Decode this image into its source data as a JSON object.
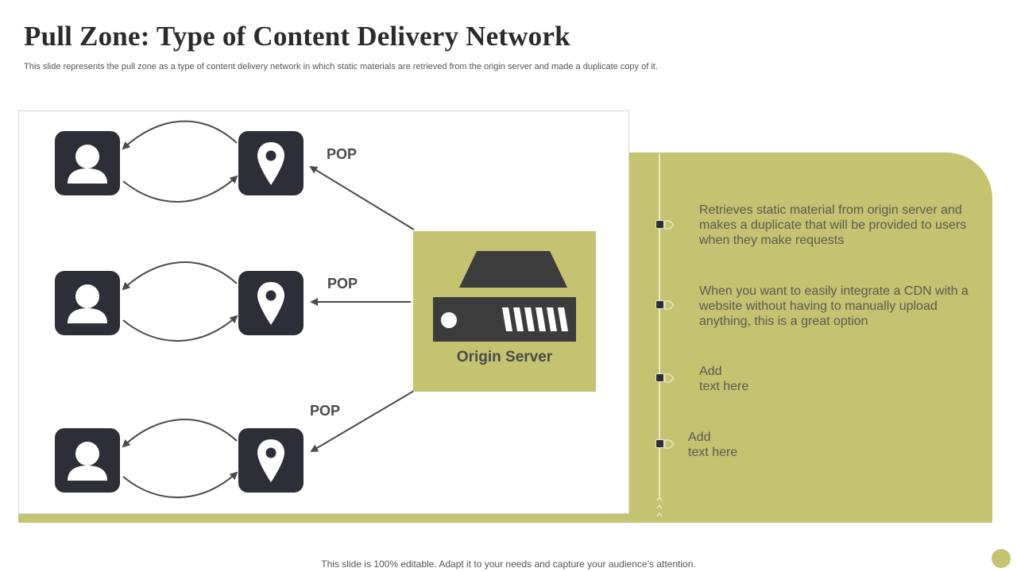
{
  "slide": {
    "title": "Pull Zone: Type of Content Delivery Network",
    "subtitle": "This slide represents the pull zone as a type of content delivery network in which static materials are retrieved from the origin server and made a duplicate copy of it.",
    "footer": "This slide is 100% editable. Adapt it to your needs and capture your audience’s attention."
  },
  "diagram": {
    "pop_labels": [
      "POP",
      "POP",
      "POP"
    ],
    "origin_label": "Origin Server",
    "icons": {
      "user": "user-icon",
      "location": "location-pin-icon",
      "server": "server-icon"
    }
  },
  "bullets": [
    {
      "text": "Retrieves static material from origin server and makes a duplicate that will be provided to users when they make requests"
    },
    {
      "text": "When you want to easily integrate a CDN with a website without having to manually upload anything,  this is a great option"
    },
    {
      "line1": "Add",
      "line2": "text here"
    },
    {
      "line1": "Add",
      "line2": "text here"
    }
  ],
  "colors": {
    "accent": "#c5c270",
    "icon_tile": "#2e2e38",
    "text": "#555555"
  }
}
